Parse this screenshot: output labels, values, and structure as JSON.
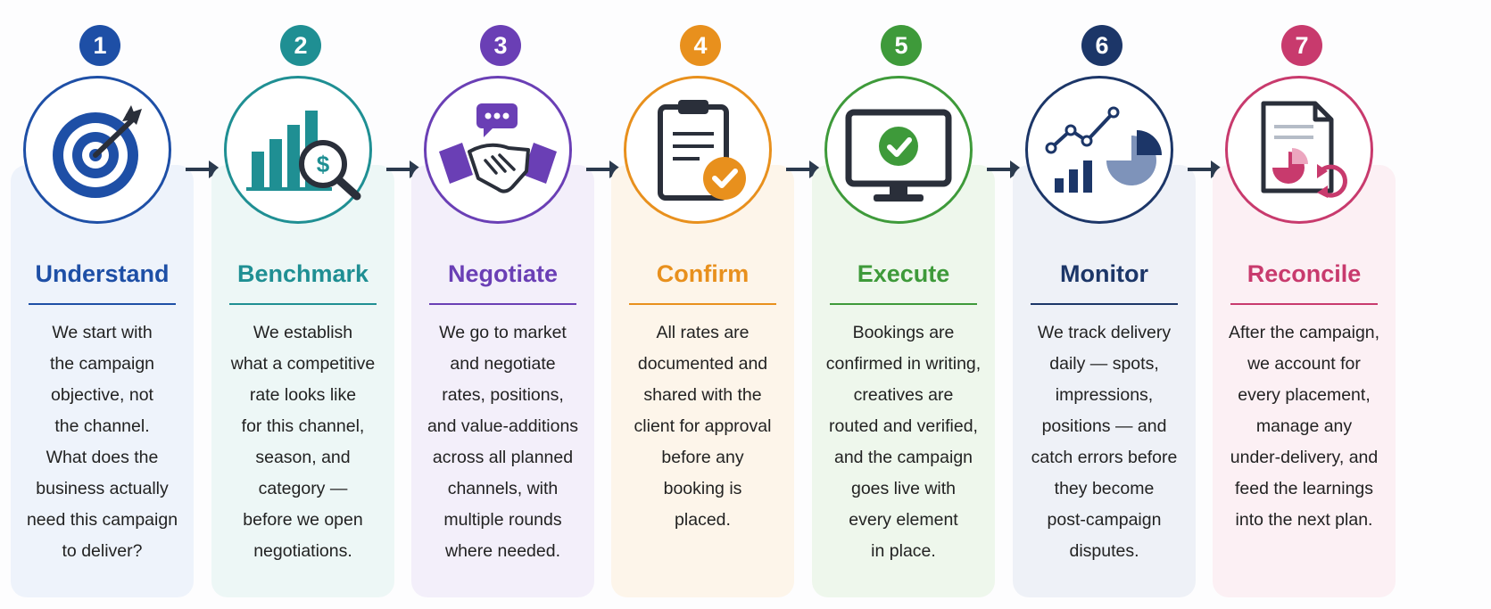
{
  "steps": [
    {
      "number": "1",
      "title": "Understand",
      "color": "#1e4fa6",
      "tint": "#eef3fb",
      "icon": "target-icon",
      "lines": [
        "We start with",
        "the campaign",
        "objective, not",
        "the channel.",
        "What does the",
        "business actually",
        "need this campaign",
        "to deliver?"
      ]
    },
    {
      "number": "2",
      "title": "Benchmark",
      "color": "#1f8f93",
      "tint": "#edf7f6",
      "icon": "bar-chart-magnifier-icon",
      "lines": [
        "We establish",
        "what a competitive",
        "rate looks like",
        "for this channel,",
        "season, and",
        "category —",
        "before we open",
        "negotiations."
      ]
    },
    {
      "number": "3",
      "title": "Negotiate",
      "color": "#6a3fb5",
      "tint": "#f3effa",
      "icon": "handshake-icon",
      "lines": [
        "We go to market",
        "and negotiate",
        "rates, positions,",
        "and value-additions",
        "across all planned",
        "channels, with",
        "multiple rounds",
        "where needed."
      ]
    },
    {
      "number": "4",
      "title": "Confirm",
      "color": "#e8901d",
      "tint": "#fdf5ea",
      "icon": "clipboard-check-icon",
      "lines": [
        "All rates are",
        "documented and",
        "shared with the",
        "client for approval",
        "before any",
        "booking is",
        "placed."
      ]
    },
    {
      "number": "5",
      "title": "Execute",
      "color": "#3e9a3a",
      "tint": "#eef7ec",
      "icon": "monitor-check-icon",
      "lines": [
        "Bookings are",
        "confirmed in writing,",
        "creatives are",
        "routed and verified,",
        "and the campaign",
        "goes live with",
        "every element",
        "in place."
      ]
    },
    {
      "number": "6",
      "title": "Monitor",
      "color": "#1c3668",
      "tint": "#eef1f7",
      "icon": "analytics-chart-icon",
      "lines": [
        "We track delivery",
        "daily — spots,",
        "impressions,",
        "positions — and",
        "catch errors before",
        "they become",
        "post-campaign",
        "disputes."
      ]
    },
    {
      "number": "7",
      "title": "Reconcile",
      "color": "#c83a6d",
      "tint": "#fcf0f4",
      "icon": "report-reconcile-icon",
      "lines": [
        "After the campaign,",
        "we account for",
        "every placement,",
        "manage any",
        "under-delivery, and",
        "feed the learnings",
        "into the next plan."
      ]
    }
  ],
  "arrow_color": "#2b3a4e"
}
